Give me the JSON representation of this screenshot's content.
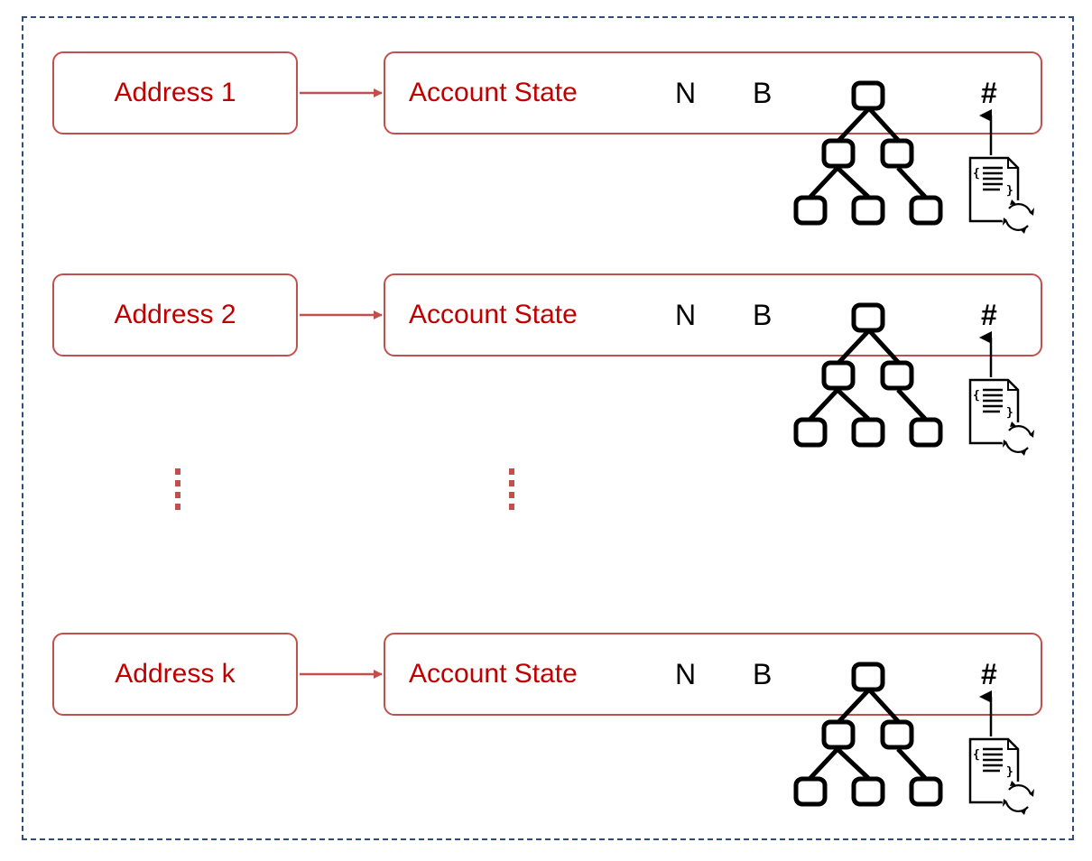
{
  "colors": {
    "frame": "#2e4d7b",
    "box_border": "#c0504d",
    "label_text": "#c00000",
    "arrow": "#c0504d",
    "icon": "#000000"
  },
  "rows": [
    {
      "address": "Address 1",
      "account_state": "Account State",
      "nonce": "N",
      "balance": "B",
      "code_hash": "#"
    },
    {
      "address": "Address 2",
      "account_state": "Account State",
      "nonce": "N",
      "balance": "B",
      "code_hash": "#"
    },
    {
      "address": "Address k",
      "account_state": "Account State",
      "nonce": "N",
      "balance": "B",
      "code_hash": "#"
    }
  ],
  "icons": {
    "storage": "tree-icon",
    "code": "smart-contract-document-icon",
    "link": "up-arrow-icon",
    "ellipsis": "vertical-dots-icon"
  }
}
